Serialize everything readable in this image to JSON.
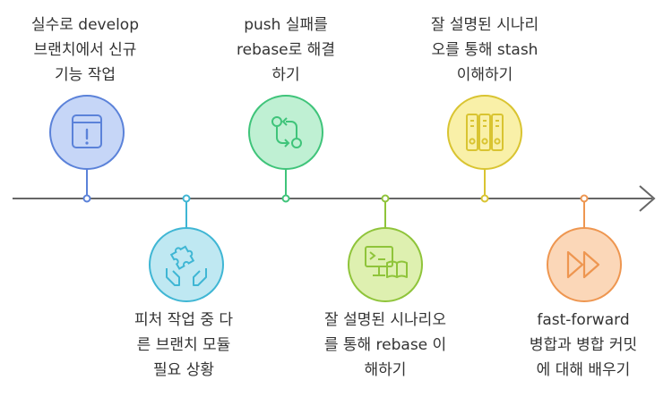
{
  "steps": [
    {
      "lines": [
        "실수로 develop",
        "브랜치에서 신규",
        "기능 작업"
      ],
      "icon": "warning-window-icon",
      "fill": "#c6d6f7",
      "stroke": "#5b82d9"
    },
    {
      "lines": [
        "피처 작업 중 다",
        "른 브랜치 모듈",
        "필요 상황"
      ],
      "icon": "puzzle-hands-icon",
      "fill": "#bfe8f2",
      "stroke": "#3fb6d4"
    },
    {
      "lines": [
        "push 실패를",
        "rebase로 해결",
        "하기"
      ],
      "icon": "swap-arrows-icon",
      "fill": "#bff0d3",
      "stroke": "#3fc47a"
    },
    {
      "lines": [
        "잘 설명된 시나리오",
        "를 통해 rebase 이",
        "해하기"
      ],
      "icon": "screen-book-icon",
      "fill": "#def0b0",
      "stroke": "#8fc43a"
    },
    {
      "lines": [
        "잘 설명된 시나리",
        "오를 통해 stash",
        "이해하기"
      ],
      "icon": "file-cabinet-icon",
      "fill": "#f9f0a8",
      "stroke": "#d9c431"
    },
    {
      "lines": [
        "fast-forward",
        "병합과 병합 커밋",
        "에 대해 배우기"
      ],
      "icon": "fast-forward-icon",
      "fill": "#fbd7b8",
      "stroke": "#ee9650"
    }
  ]
}
